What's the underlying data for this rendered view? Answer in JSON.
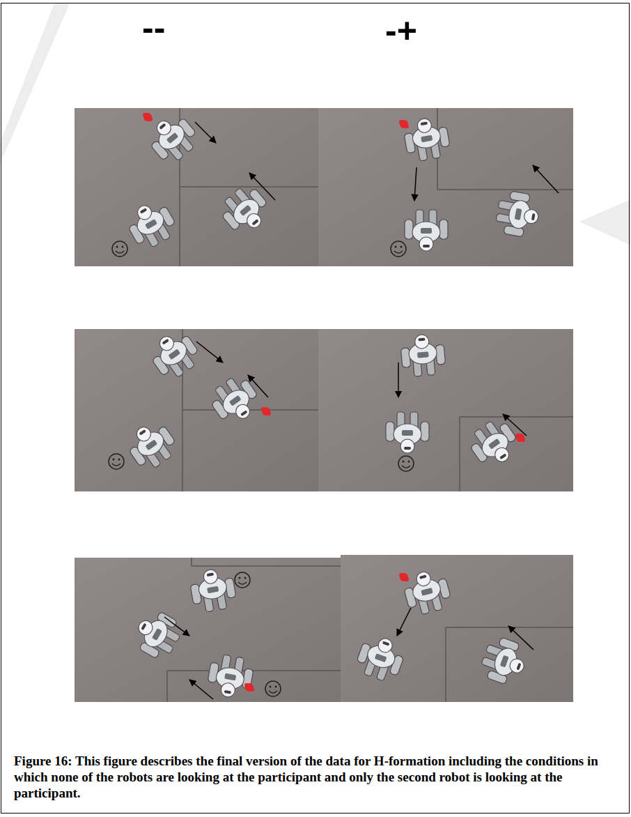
{
  "diagram": {
    "caption": "Figure 16: This figure describes the final version of the data for H-formation including the conditions in which none of the robots are looking at the participant and only the second robot is looking at the participant.",
    "labels": [
      "--",
      "-+"
    ]
  }
}
